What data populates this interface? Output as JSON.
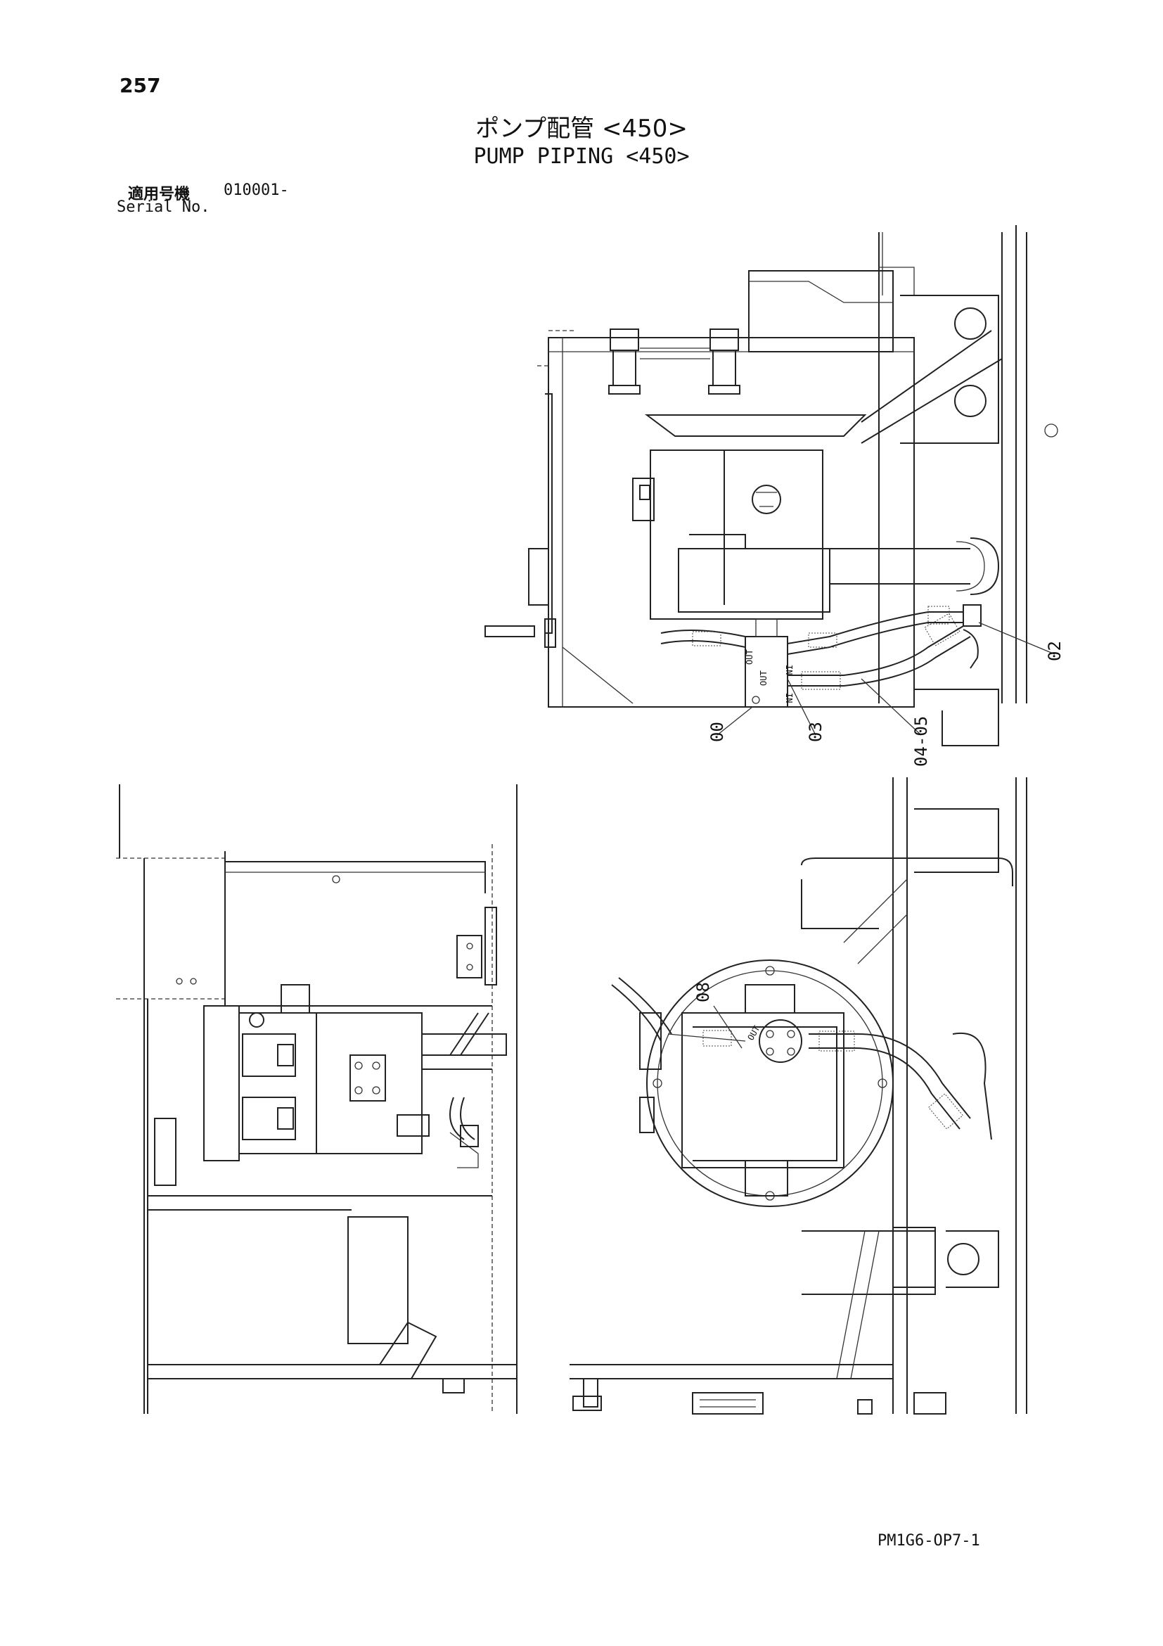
{
  "header": {
    "page_number": "257",
    "title_jp": "ポンプ配管 <450>",
    "title_en": "PUMP PIPING <450>",
    "serial_label_jp": "適用号機",
    "serial_value": "010001-",
    "serial_label_en": "Serial No."
  },
  "callouts": {
    "c00": "00",
    "c02": "02",
    "c03": "03",
    "c04_05": "04-05",
    "c08": "08"
  },
  "port_labels": {
    "out_a": "OUT",
    "in_a": "IN",
    "out_b": "OUT",
    "in_b": "IN",
    "out_c": "OUT"
  },
  "footer": {
    "drawing_code": "PM1G6-OP7-1"
  }
}
